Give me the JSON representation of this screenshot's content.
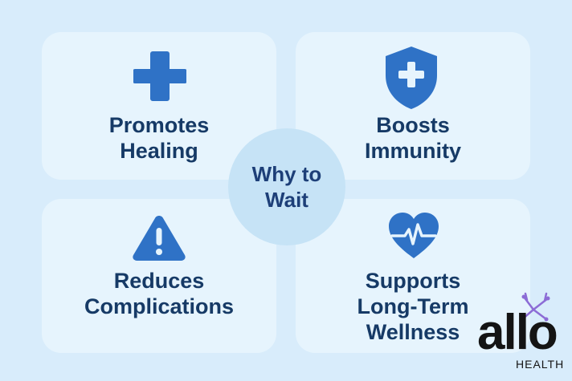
{
  "cards": {
    "top_left": {
      "label": "Promotes\nHealing",
      "icon": "medical-cross-icon"
    },
    "top_right": {
      "label": "Boosts\nImmunity",
      "icon": "shield-cross-icon"
    },
    "bottom_left": {
      "label": "Reduces\nComplications",
      "icon": "warning-triangle-icon"
    },
    "bottom_right": {
      "label": "Supports\nLong-Term\nWellness",
      "icon": "heart-pulse-icon"
    }
  },
  "center": {
    "label": "Why to\nWait"
  },
  "brand": {
    "name": "allo",
    "sub": "HEALTH",
    "icon": "molecule-icon"
  },
  "colors": {
    "background": "#d8ecfb",
    "card": "#e6f4fd",
    "icon_blue": "#2f72c6",
    "text_navy": "#163a66",
    "center_circle": "#c6e3f6",
    "brand_purple": "#8c6cd6"
  }
}
